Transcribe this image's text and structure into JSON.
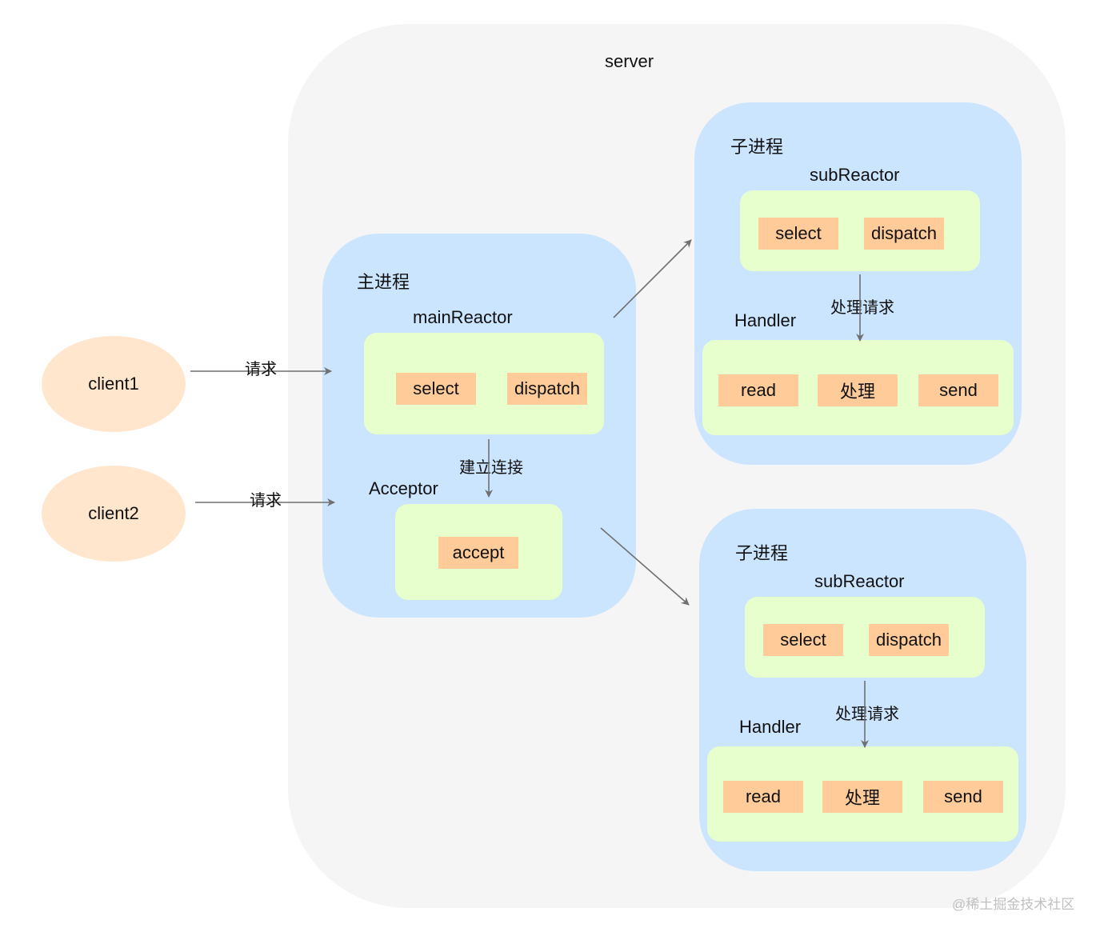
{
  "server": {
    "title": "server"
  },
  "clients": [
    {
      "label": "client1"
    },
    {
      "label": "client2"
    }
  ],
  "edges": {
    "client_request": "请求",
    "establish_connection": "建立连接",
    "handle_request": "处理请求"
  },
  "main_process": {
    "title": "主进程",
    "reactor": {
      "title": "mainReactor",
      "select": "select",
      "dispatch": "dispatch"
    },
    "acceptor": {
      "title": "Acceptor",
      "accept": "accept"
    }
  },
  "sub_processes": [
    {
      "title": "子进程",
      "reactor": {
        "title": "subReactor",
        "select": "select",
        "dispatch": "dispatch"
      },
      "handler": {
        "title": "Handler",
        "read": "read",
        "process": "处理",
        "send": "send"
      }
    },
    {
      "title": "子进程",
      "reactor": {
        "title": "subReactor",
        "select": "select",
        "dispatch": "dispatch"
      },
      "handler": {
        "title": "Handler",
        "read": "read",
        "process": "处理",
        "send": "send"
      }
    }
  ],
  "watermark": "@稀土掘金技术社区",
  "colors": {
    "server_bg": "#f5f5f5",
    "process_bg": "#cce5ff",
    "group_bg": "#e6ffcc",
    "chip_bg": "#ffcc99",
    "client_bg": "#ffe6cc",
    "edge": "#707070"
  }
}
